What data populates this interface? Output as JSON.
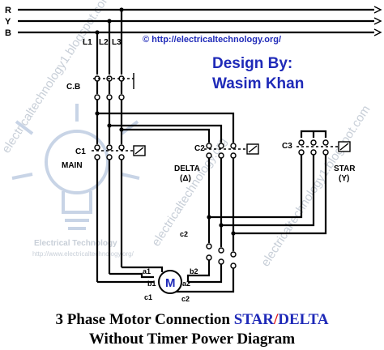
{
  "lines": {
    "r": "R",
    "y": "Y",
    "b": "B"
  },
  "supply": {
    "l1": "L1",
    "l2": "L2",
    "l3": "L3"
  },
  "website": "© http://electricaltechnology.org/",
  "design_by": {
    "line1": "Design By:",
    "line2": "Wasim Khan"
  },
  "components": {
    "breaker": "C.B",
    "c1": "C1",
    "main": "MAIN",
    "c2": "C2",
    "delta": "DELTA",
    "delta_symbol": "(Δ)",
    "c3": "C3",
    "star": "STAR",
    "star_symbol": "(Y)"
  },
  "wires": {
    "c2_label": "c2"
  },
  "motor": {
    "symbol": "M",
    "a1": "a1",
    "b1": "b1",
    "c1": "c1",
    "a2": "a2",
    "b2": "b2",
    "c2": "c2"
  },
  "title": {
    "prefix": "3 Phase Motor Connection ",
    "star": "STAR",
    "slash": "/",
    "delta": "DELTA",
    "line2": "Without Timer Power Diagram"
  },
  "watermarks": {
    "w1": "electricaltechnology1.blogspot.com",
    "w2": "electricaltechnology.org",
    "logo": "Electrical Technology",
    "logo_url": "http://www.electricaltechnology.org/",
    "w3": "electricaltechnology1.blogspot.com"
  },
  "colors": {
    "accent_blue": "#1f2ab8",
    "accent_red": "#e01010",
    "watermark": "#c8cfd8"
  }
}
